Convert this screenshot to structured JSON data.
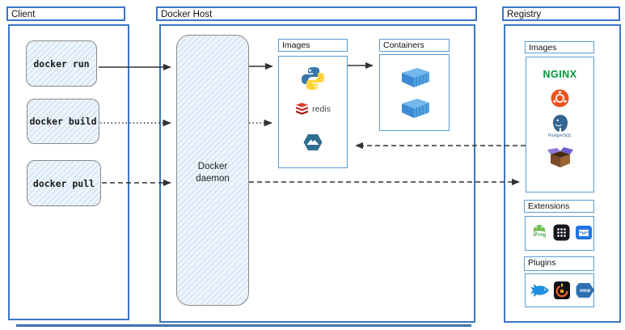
{
  "client": {
    "title": "Client",
    "commands": [
      {
        "label": "docker run"
      },
      {
        "label": "docker build"
      },
      {
        "label": "docker pull"
      }
    ]
  },
  "docker_host": {
    "title": "Docker Host",
    "daemon_label_line1": "Docker",
    "daemon_label_line2": "daemon",
    "images_title": "Images",
    "redis_label": "redis",
    "containers_title": "Containers"
  },
  "registry": {
    "title": "Registry",
    "images_title": "Images",
    "nginx_label": "NGINX",
    "postgresql_label": "PostgreSQL",
    "extensions_title": "Extensions",
    "jfrog_label": "JFrog",
    "plugins_title": "Plugins",
    "vmware_label": "vmw"
  },
  "icons": {
    "docker_host_images": [
      "python-icon",
      "redis-icon",
      "alpine-mountain-icon"
    ],
    "containers": [
      "container-icon",
      "container-icon"
    ],
    "registry_images": [
      "nginx-icon",
      "ubuntu-icon",
      "postgresql-icon",
      "package-box-icon"
    ],
    "extensions": [
      "jfrog-icon",
      "app-grid-icon",
      "drawer-icon"
    ],
    "plugins": [
      "fish-icon",
      "grafana-icon",
      "vmware-icon"
    ]
  },
  "arrows": [
    {
      "from": "docker-run",
      "to": "docker-daemon",
      "style": "solid"
    },
    {
      "from": "docker-build",
      "to": "docker-daemon",
      "style": "dotted"
    },
    {
      "from": "docker-pull",
      "to": "docker-daemon",
      "style": "dashed"
    },
    {
      "from": "docker-daemon",
      "to": "host-images",
      "style": "solid"
    },
    {
      "from": "docker-daemon",
      "to": "host-images",
      "style": "dotted"
    },
    {
      "from": "host-images",
      "to": "containers",
      "style": "solid"
    },
    {
      "from": "docker-daemon",
      "to": "registry-images",
      "style": "dashed"
    },
    {
      "from": "registry-images",
      "to": "host-images",
      "style": "dashed"
    }
  ],
  "colors": {
    "group_border": "#3b76c4",
    "section_border": "#5b9bd5",
    "sketch_fill": "#edf4fb",
    "sketch_border": "#8b8b8b",
    "arrow": "#333333",
    "nginx_green": "#009639",
    "ubuntu_orange": "#e95420",
    "redis_red": "#c6302b",
    "python_blue": "#3776ab",
    "python_yellow": "#ffd43b",
    "container_blue": "#54a3e4",
    "postgres_blue": "#336791",
    "grafana_orange": "#f05a28",
    "jfrog_green": "#6fbf4e",
    "vmware_blue": "#2f6fb2"
  }
}
